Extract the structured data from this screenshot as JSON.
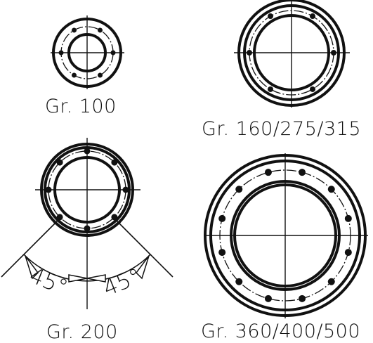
{
  "flanges": [
    {
      "label": "Gr. 100",
      "holes": 6
    },
    {
      "label": "Gr. 160/275/315",
      "holes": 6
    },
    {
      "label": "Gr. 200",
      "holes": 8
    },
    {
      "label": "Gr. 360/400/500",
      "holes": 12
    }
  ],
  "angles": [
    "45°",
    "45°"
  ]
}
